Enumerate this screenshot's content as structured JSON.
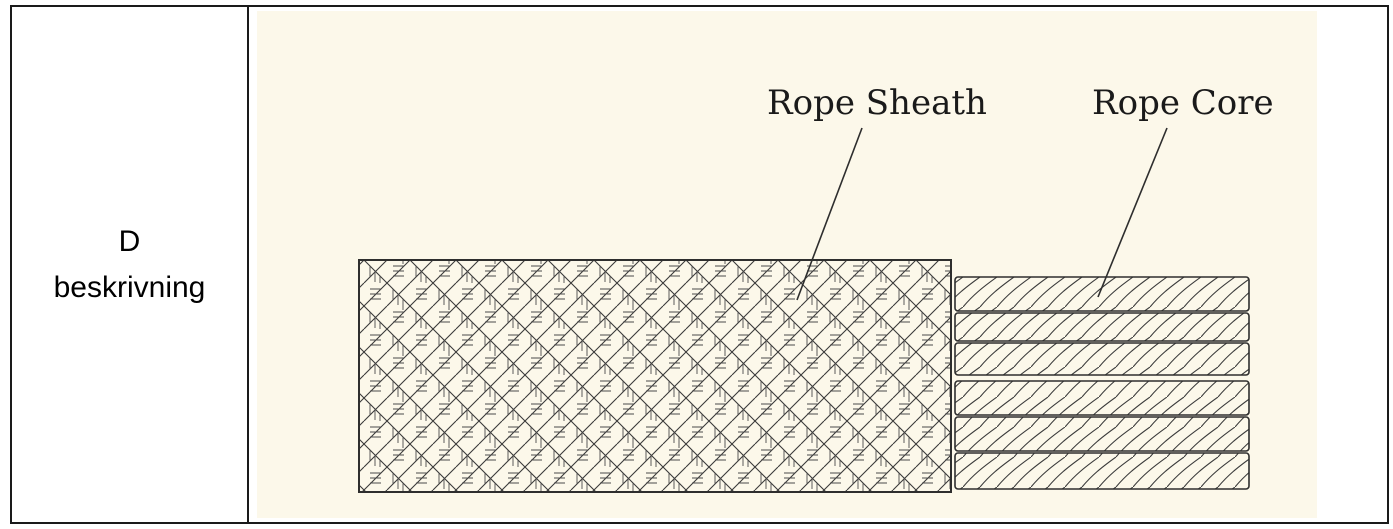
{
  "label_cell": {
    "line1": "D",
    "line2": "beskrivning"
  },
  "diagram": {
    "callouts": {
      "sheath": "Rope Sheath",
      "core": "Rope Core"
    },
    "colors": {
      "paper": "#fcf8ea",
      "line": "#333333"
    }
  }
}
